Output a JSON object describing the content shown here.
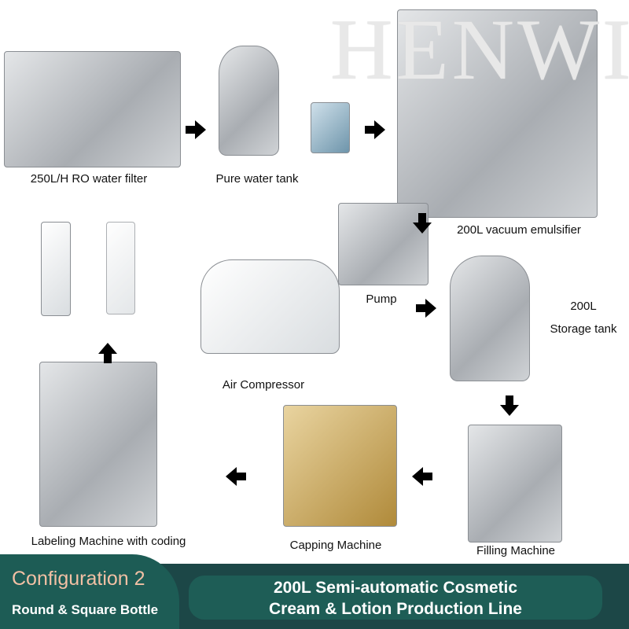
{
  "watermark": "HENWI",
  "steps": {
    "ro_filter": "250L/H RO water filter",
    "pure_tank": "Pure water tank",
    "emulsifier": "200L vacuum emulsifier",
    "pump": "Pump",
    "storage_capacity": "200L",
    "storage_tank": "Storage tank",
    "air_compressor": "Air Compressor",
    "labeling": "Labeling Machine with coding",
    "capping": "Capping Machine",
    "filling": "Filling Machine"
  },
  "banner": {
    "config": "Configuration 2",
    "bottle": "Round & Square Bottle",
    "title_line1": "200L Semi-automatic Cosmetic",
    "title_line2": "Cream & Lotion Production Line"
  }
}
